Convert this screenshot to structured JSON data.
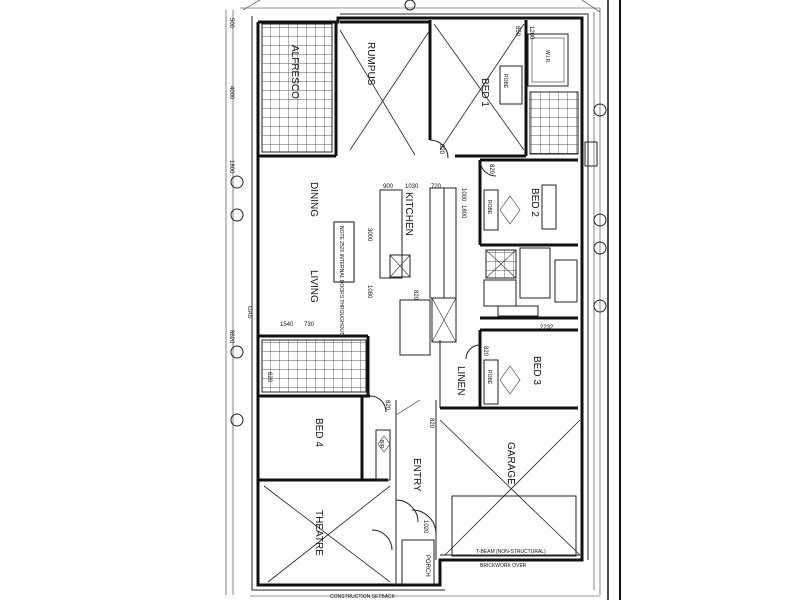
{
  "rooms": {
    "alfresco": "ALFRESCO",
    "rumpus": "RUMPUS",
    "bed1": "BED 1",
    "bed2": "BED 2",
    "bed3": "BED 3",
    "bed4": "BED 4",
    "dining": "DINING",
    "living": "LIVING",
    "kitchen": "KITCHEN",
    "linen": "LINEN",
    "entry": "ENTRY",
    "garage": "GARAGE",
    "theatre": "THEATRE",
    "porch": "PORCH"
  },
  "fixtures": {
    "bir": "BIR",
    "wir": "W.I.R.",
    "robe1": "ROBE",
    "robe2": "ROBE",
    "robe3": "ROBE"
  },
  "notes": {
    "doors_note": "NOTE 2520 INTERNAL DOORS THROUGHOUT",
    "tbeam": "T-BEAM (NON-STRUCTURAL)",
    "brickwork": "BRICKWORK OVER",
    "construction": "CONSTRUCTION SETBACK"
  },
  "dimensions": {
    "d1": "900",
    "d2": "1030",
    "d3": "720",
    "d4": "1800",
    "d5": "3000",
    "d6": "1080",
    "d7": "820",
    "d8": "2232",
    "d9": "1540",
    "d10": "730",
    "d11": "4000",
    "d12": "820",
    "d13": "850",
    "d14": "820",
    "d15": "820",
    "d16": "1000",
    "d17": "820",
    "d18": "1200",
    "d19": "620",
    "d20": "8620",
    "d21": "1800",
    "gas": "GAS",
    "d22": "500",
    "d23": "820",
    "d24": "1020"
  }
}
